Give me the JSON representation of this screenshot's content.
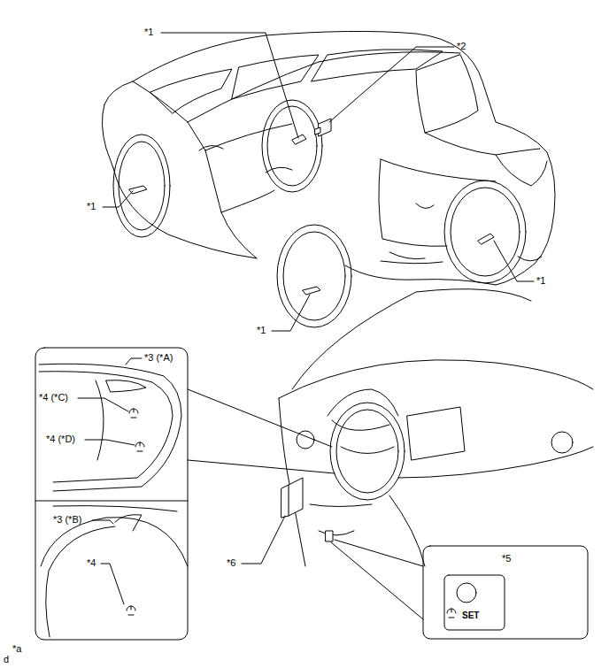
{
  "diagram": {
    "labels": [
      "*1",
      "*2",
      "*1",
      "*1",
      "*1",
      "*3 (*A)",
      "*4 (*C)",
      "*4 (*D)",
      "*3 (*B)",
      "*4",
      "*6",
      "*5",
      "SET",
      "*a",
      "d"
    ]
  }
}
